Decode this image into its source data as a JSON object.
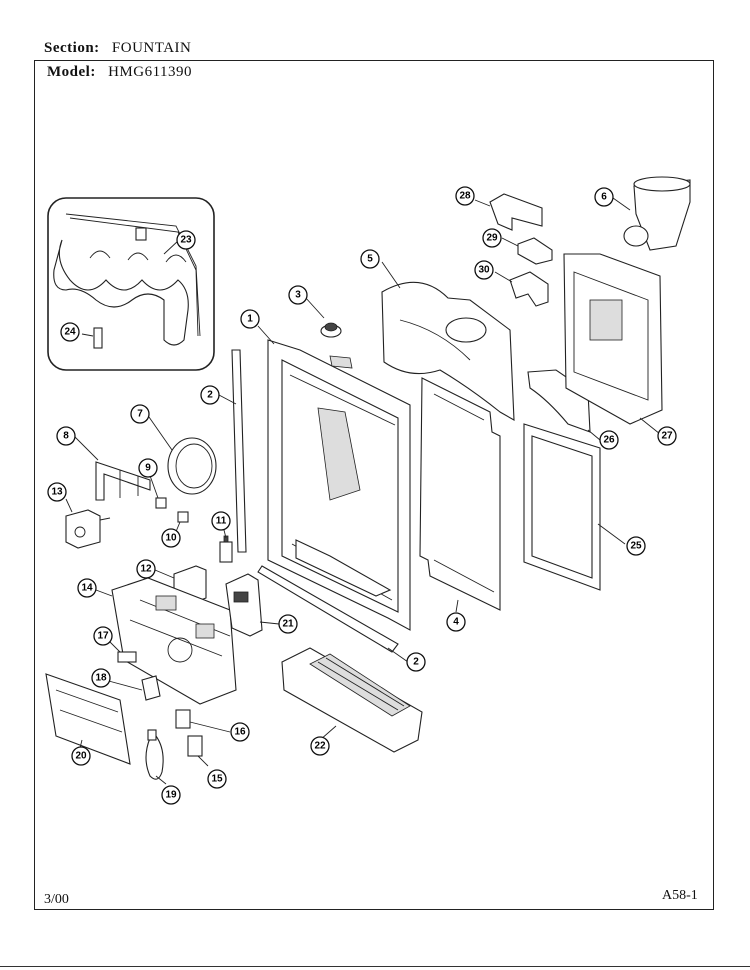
{
  "header": {
    "section_label": "Section:",
    "section_value": "FOUNTAIN",
    "model_label": "Model:",
    "model_value": "HMG611390"
  },
  "footer": {
    "date": "3/00",
    "page_code": "A58-1"
  },
  "callouts": [
    "1",
    "2",
    "2",
    "3",
    "4",
    "5",
    "6",
    "7",
    "8",
    "9",
    "10",
    "11",
    "12",
    "13",
    "14",
    "15",
    "16",
    "17",
    "18",
    "19",
    "20",
    "21",
    "22",
    "23",
    "24",
    "25",
    "26",
    "27",
    "28",
    "29",
    "30"
  ]
}
